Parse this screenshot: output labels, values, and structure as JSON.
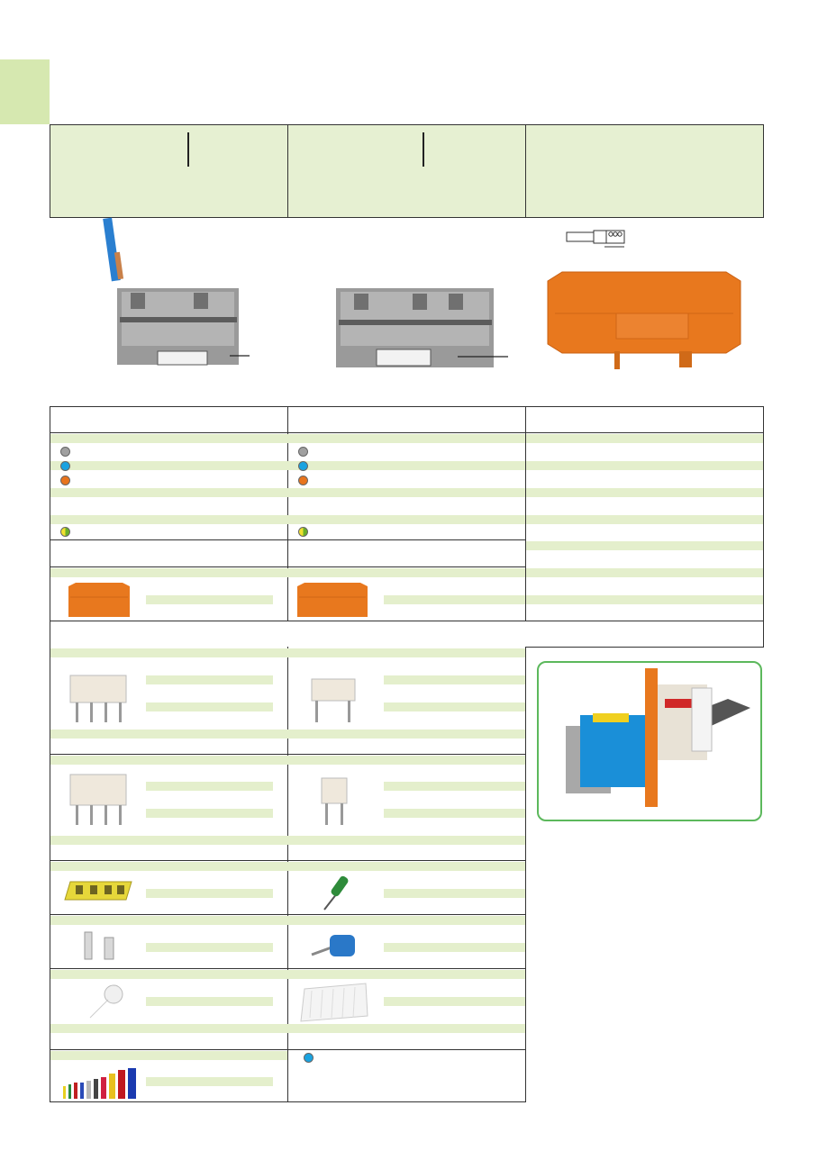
{
  "colors": {
    "tab_green": "#d6e8b0",
    "header_green": "#e6f0d2",
    "row_green": "#e4efcc",
    "grey_dot": "#a0a0a0",
    "blue_dot": "#1aa3e0",
    "orange_dot": "#e8741c",
    "accent_border": "#5cb85c",
    "terminal_orange": "#e8781e"
  },
  "icons": {
    "grey_terminal": "terminal-block-2-conductor",
    "grey_terminal_3": "terminal-block-3-conductor",
    "end_plate": "end-plate",
    "ferrule": "ferrule-strip-length",
    "jumper_4": "push-in-jumper-4-way",
    "jumper_2": "push-in-jumper-2-way",
    "comb_jumper": "comb-jumper",
    "small_jumper": "small-jumper",
    "marker_strip": "marker-strip",
    "screwdriver": "screwdriver",
    "test_plug_adapter": "test-plug-adapter",
    "test_plug": "test-plug",
    "marking_roll": "marking-roll",
    "marker_card": "marker-card",
    "ferrules_set": "ferrules-set",
    "rail_assembly": "terminal-rail-assembly"
  }
}
